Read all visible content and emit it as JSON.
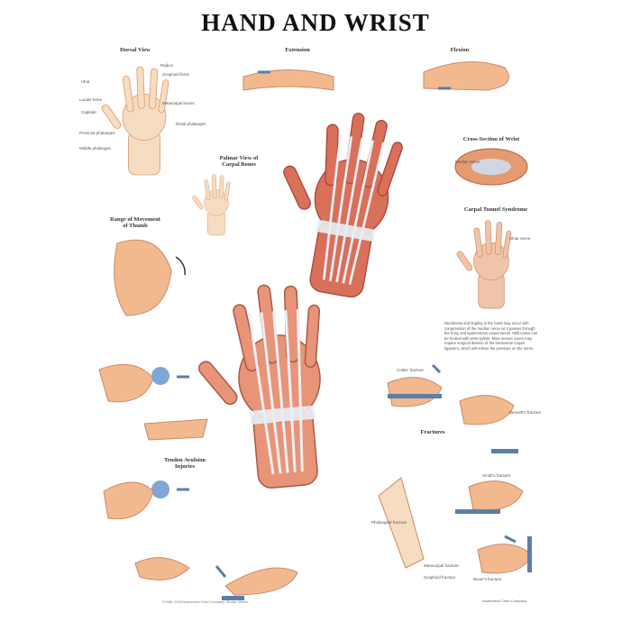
{
  "title": "HAND AND WRIST",
  "sections": {
    "dorsal_view": "Dorsal View",
    "extension": "Extension",
    "flexion": "Flexion",
    "palmar_carpal": "Palmar View of Carpal Bones",
    "cross_section": "Cross-Section of Wrist",
    "carpal_tunnel": "Carpal Tunnel Syndrome",
    "range_thumb": "Range of Movement of Thumb",
    "tendon_avulsion": "Tendon Avulsion Injuries",
    "fractures": "Fractures"
  },
  "labels": {
    "radius": "Radius",
    "ulna": "Ulna",
    "scaphoid": "Scaphoid bone",
    "lunate": "Lunate bone",
    "capitate": "Capitate",
    "metacarpal": "Metacarpal bones",
    "proximal_phalanges": "Proximal phalanges",
    "middle_phalanges": "Middle phalanges",
    "distal_phalanges": "Distal phalanges",
    "median_nerve": "Median nerve",
    "ulnar_nerve": "Ulnar nerve",
    "colles": "Colles' fracture",
    "bennett": "Bennett's fracture",
    "smith": "Smith's fracture",
    "boxer": "Boxer's fracture",
    "phalangeal": "Phalangeal fracture",
    "metacarpal_fx": "Metacarpal fracture",
    "scaphoid_fx": "Scaphoid fracture"
  },
  "carpal_tunnel_text": "Numbness and tingling in the hand may occur with compression of the median nerve as it passes through the bony and ligamentous carpal tunnel. Mild cases can be treated with wrist splints. More severe cases may require surgical division of the transverse carpal ligament, which will relieve the pressure on the nerve.",
  "footer": "©1986, 2000 Anatomical Chart Company, Skokie, Illinois.",
  "publisher": "Anatomical Chart Company",
  "colors": {
    "skin": "#f2b98f",
    "muscle": "#d9705a",
    "bone": "#f6dcc0",
    "tendon": "#e8eef4",
    "arrow": "#5b7fa8"
  }
}
